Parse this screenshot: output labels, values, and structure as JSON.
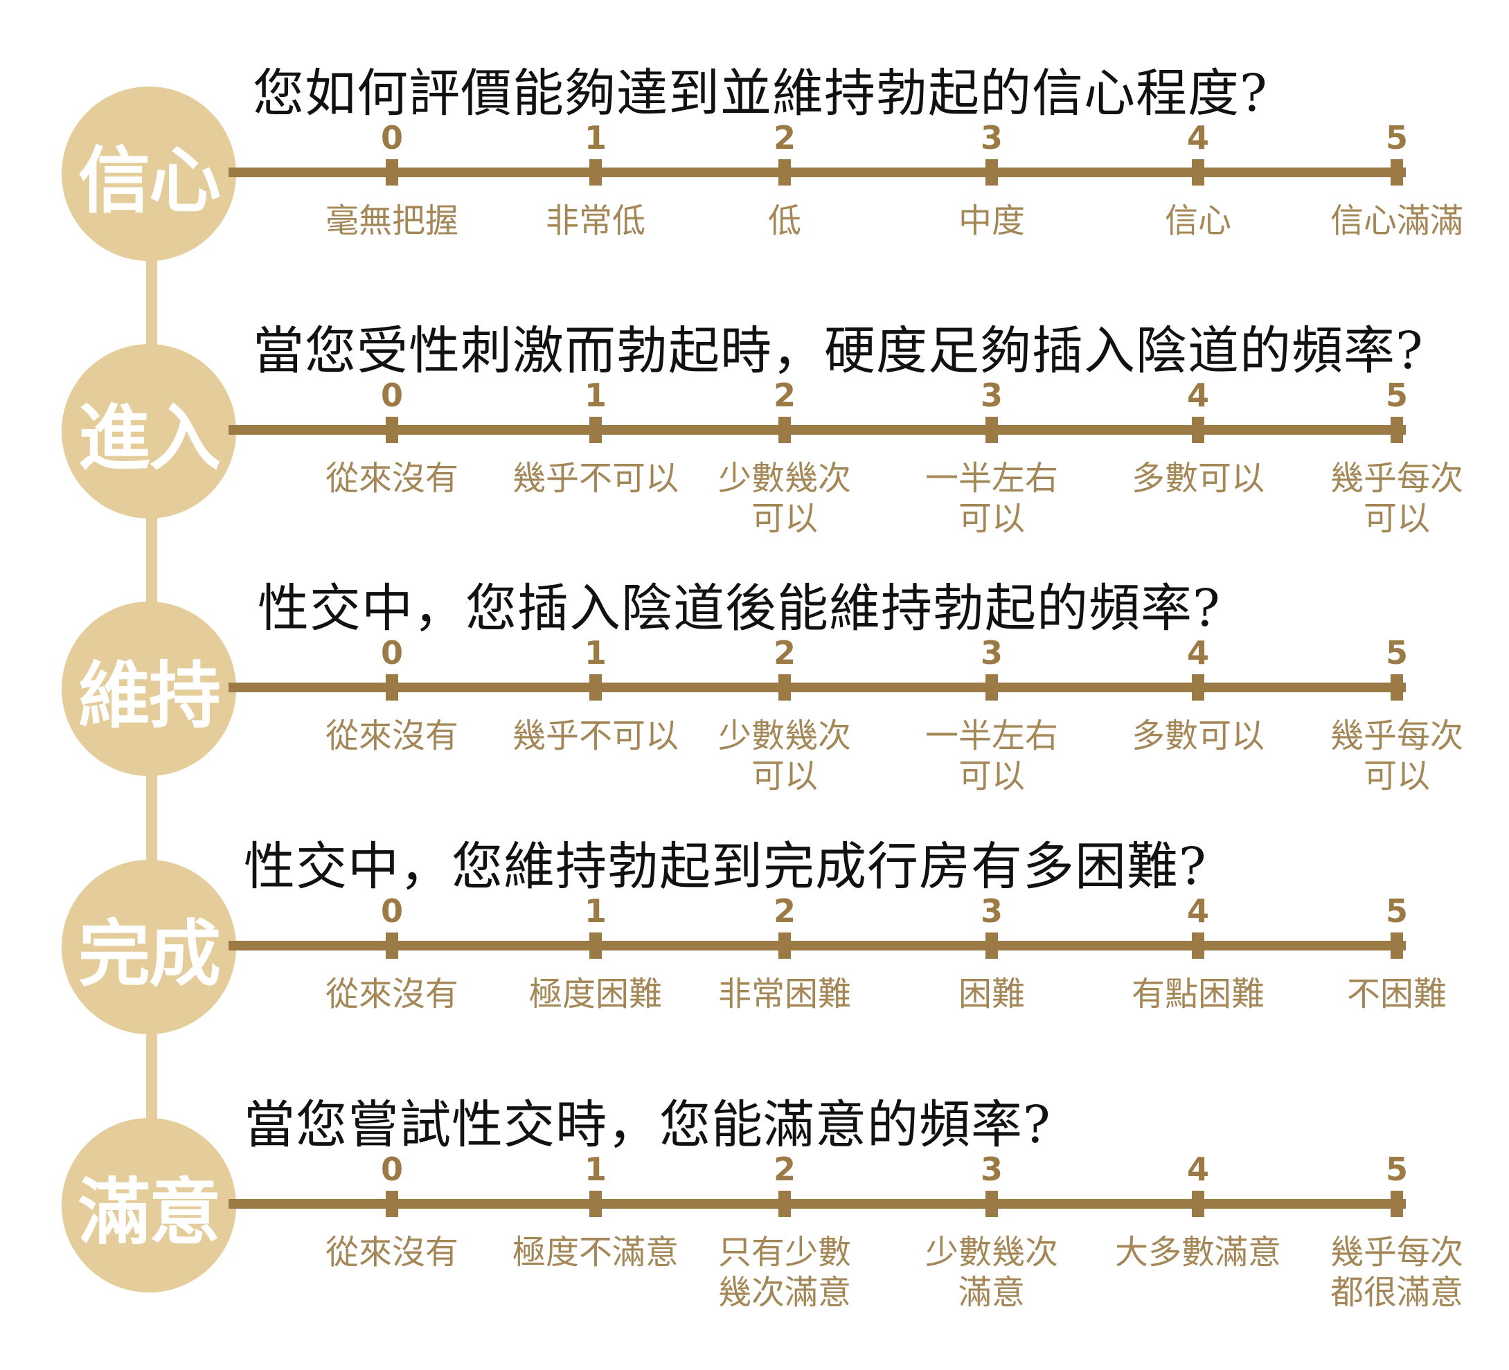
{
  "colors": {
    "accent_dark": "#9b7a45",
    "accent_light": "#e4cc9b",
    "label_text": "#a48757",
    "question_text": "#111111",
    "circle_text": "#ffffff"
  },
  "scale_numbers": [
    "0",
    "1",
    "2",
    "3",
    "4",
    "5"
  ],
  "sections": [
    {
      "circle_label": "信心",
      "question": "您如何評價能夠達到並維持勃起的信心程度?",
      "labels": [
        "毫無把握",
        "非常低",
        "低",
        "中度",
        "信心",
        "信心滿滿"
      ]
    },
    {
      "circle_label": "進入",
      "question": "當您受性刺激而勃起時，硬度足夠插入陰道的頻率?",
      "labels": [
        "從來沒有",
        "幾乎不可以",
        "少數幾次\n可以",
        "一半左右\n可以",
        "多數可以",
        "幾乎每次\n可以"
      ]
    },
    {
      "circle_label": "維持",
      "question": "性交中，您插入陰道後能維持勃起的頻率?",
      "labels": [
        "從來沒有",
        "幾乎不可以",
        "少數幾次\n可以",
        "一半左右\n可以",
        "多數可以",
        "幾乎每次\n可以"
      ]
    },
    {
      "circle_label": "完成",
      "question": "性交中，您維持勃起到完成行房有多困難?",
      "labels": [
        "從來沒有",
        "極度困難",
        "非常困難",
        "困難",
        "有點困難",
        "不困難"
      ]
    },
    {
      "circle_label": "滿意",
      "question": "當您嘗試性交時，您能滿意的頻率?",
      "labels": [
        "從來沒有",
        "極度不滿意",
        "只有少數\n幾次滿意",
        "少數幾次\n滿意",
        "大多數滿意",
        "幾乎每次\n都很滿意"
      ]
    }
  ]
}
